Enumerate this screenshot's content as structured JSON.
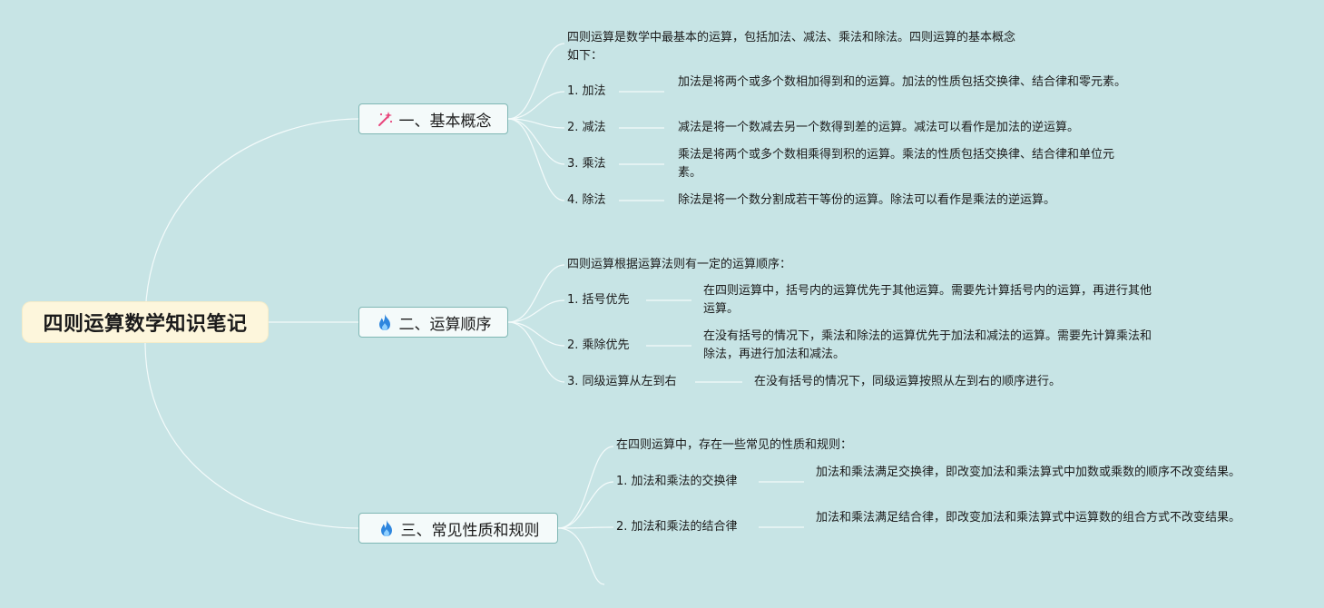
{
  "root": {
    "title": "四则运算数学知识笔记"
  },
  "branches": [
    {
      "title": "一、基本概念",
      "icon": "magic-wand-icon",
      "intro": "四则运算是数学中最基本的运算，包括加法、减法、乘法和除法。四则运算的基本概念如下：",
      "items": [
        {
          "label": "1. 加法",
          "desc": "加法是将两个或多个数相加得到和的运算。加法的性质包括交换律、结合律和零元素。"
        },
        {
          "label": "2. 减法",
          "desc": "减法是将一个数减去另一个数得到差的运算。减法可以看作是加法的逆运算。"
        },
        {
          "label": "3. 乘法",
          "desc": "乘法是将两个或多个数相乘得到积的运算。乘法的性质包括交换律、结合律和单位元素。"
        },
        {
          "label": "4. 除法",
          "desc": "除法是将一个数分割成若干等份的运算。除法可以看作是乘法的逆运算。"
        }
      ]
    },
    {
      "title": "二、运算顺序",
      "icon": "fire-icon",
      "intro": "四则运算根据运算法则有一定的运算顺序：",
      "items": [
        {
          "label": "1. 括号优先",
          "desc": "在四则运算中，括号内的运算优先于其他运算。需要先计算括号内的运算，再进行其他运算。"
        },
        {
          "label": "2. 乘除优先",
          "desc": "在没有括号的情况下，乘法和除法的运算优先于加法和减法的运算。需要先计算乘法和除法，再进行加法和减法。"
        },
        {
          "label": "3. 同级运算从左到右",
          "desc": "在没有括号的情况下，同级运算按照从左到右的顺序进行。"
        }
      ]
    },
    {
      "title": "三、常见性质和规则",
      "icon": "fire-icon",
      "intro": "在四则运算中，存在一些常见的性质和规则：",
      "items": [
        {
          "label": "1. 加法和乘法的交换律",
          "desc": "加法和乘法满足交换律，即改变加法和乘法算式中加数或乘数的顺序不改变结果。"
        },
        {
          "label": "2. 加法和乘法的结合律",
          "desc": "加法和乘法满足结合律，即改变加法和乘法算式中运算数的组合方式不改变结果。"
        }
      ]
    }
  ],
  "colors": {
    "background": "#c7e4e5",
    "root_fill": "#fdf6dc",
    "branch_border": "#7fb7b4",
    "connector": "#f4fbfb",
    "wand_accent": "#e8467c",
    "fire_accent": "#2e86de"
  }
}
